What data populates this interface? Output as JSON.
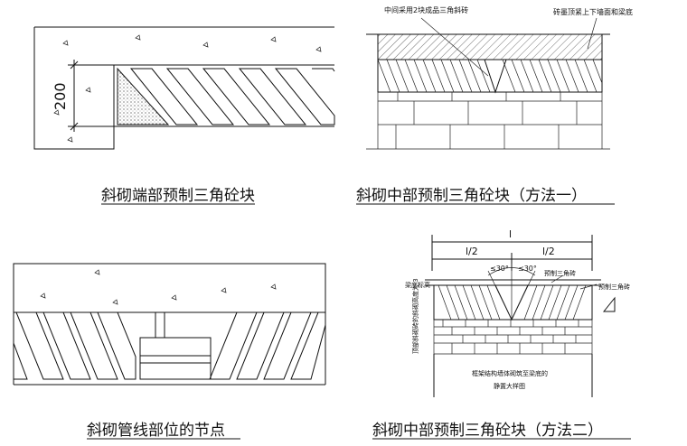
{
  "panels": {
    "tl": {
      "caption": "斜砌端部预制三角砼块",
      "dimension": "200"
    },
    "tr": {
      "caption": "斜砌中部预制三角砼块（方法一）",
      "note_left": "中间采用2块成品三角斜砖",
      "note_right": "砖墨顶紧上下墙面和梁底"
    },
    "bl": {
      "caption": "斜砌管线部位的节点"
    },
    "br": {
      "caption": "斜砌中部预制三角砼块（方法二）",
      "l": "l",
      "half_left": "l/2",
      "half_right": "l/2",
      "angle_left": "≤30°",
      "angle_right": "≤30°",
      "label_precast": "预制三角砖",
      "label_precast2": "预制三角砖",
      "label_beam": "梁底标高",
      "label_side": "顶部斜砌砖的斜砌高度为 3",
      "label_bottom1": "框架结构墙体砌筑至梁底的",
      "label_bottom2": "静置大样图"
    }
  }
}
